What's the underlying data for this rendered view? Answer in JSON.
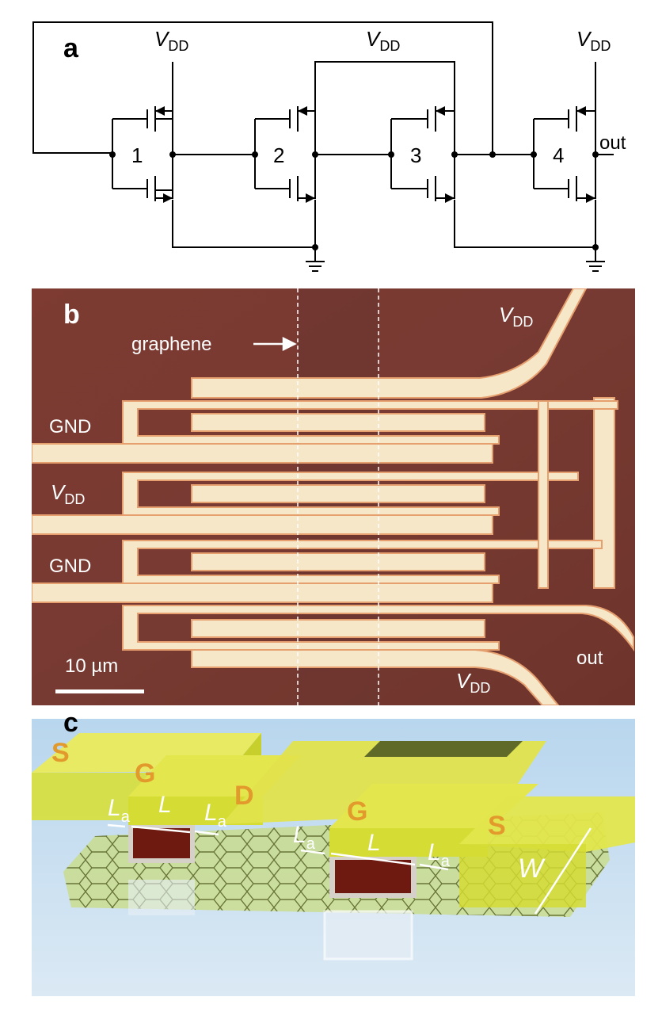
{
  "panel_a": {
    "label": "a",
    "vdd_main": "V",
    "vdd_sub": "DD",
    "inverters": [
      "1",
      "2",
      "3",
      "4"
    ],
    "out_label": "out"
  },
  "panel_b": {
    "label": "b",
    "graphene_label": "graphene",
    "vdd_main": "V",
    "vdd_sub": "DD",
    "gnd_label": "GND",
    "out_label": "out",
    "scale_bar_label": "10 µm"
  },
  "panel_c": {
    "label": "c",
    "source_letter": "S",
    "gate_letter": "G",
    "drain_letter": "D",
    "length_label": "L",
    "access_main": "L",
    "access_sub": "a",
    "width_label": "W"
  },
  "colors": {
    "optical_substrate": "#7a3a30",
    "metal_electrode": "#f6e7c8",
    "gate_yellow": "#dfe84a",
    "background_blue": "#bcd9ef",
    "wire": "#000000"
  }
}
